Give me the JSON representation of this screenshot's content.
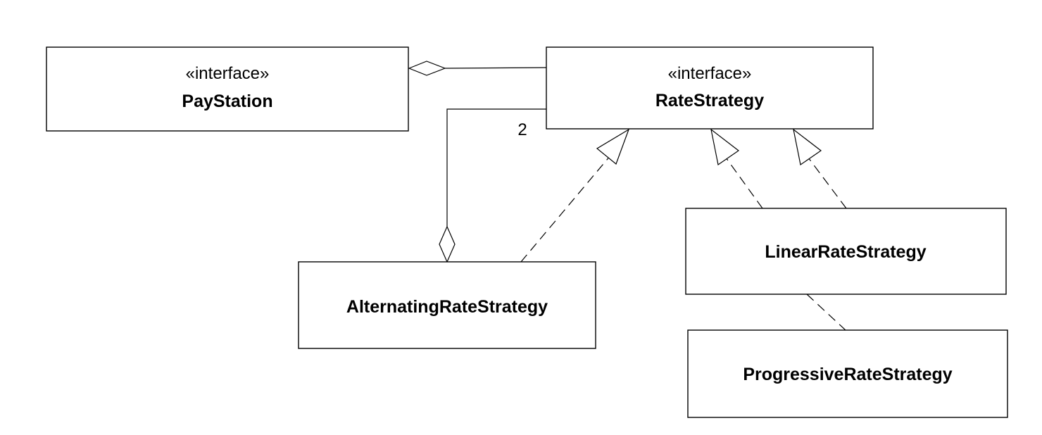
{
  "classes": {
    "paystation": {
      "stereotype": "«interface»",
      "name": "PayStation"
    },
    "ratestrategy": {
      "stereotype": "«interface»",
      "name": "RateStrategy"
    },
    "alternating": {
      "name": "AlternatingRateStrategy"
    },
    "linear": {
      "name": "LinearRateStrategy"
    },
    "progressive": {
      "name": "ProgressiveRateStrategy"
    }
  },
  "relations": {
    "alternating_to_ratestrategy_multiplicity": "2"
  }
}
